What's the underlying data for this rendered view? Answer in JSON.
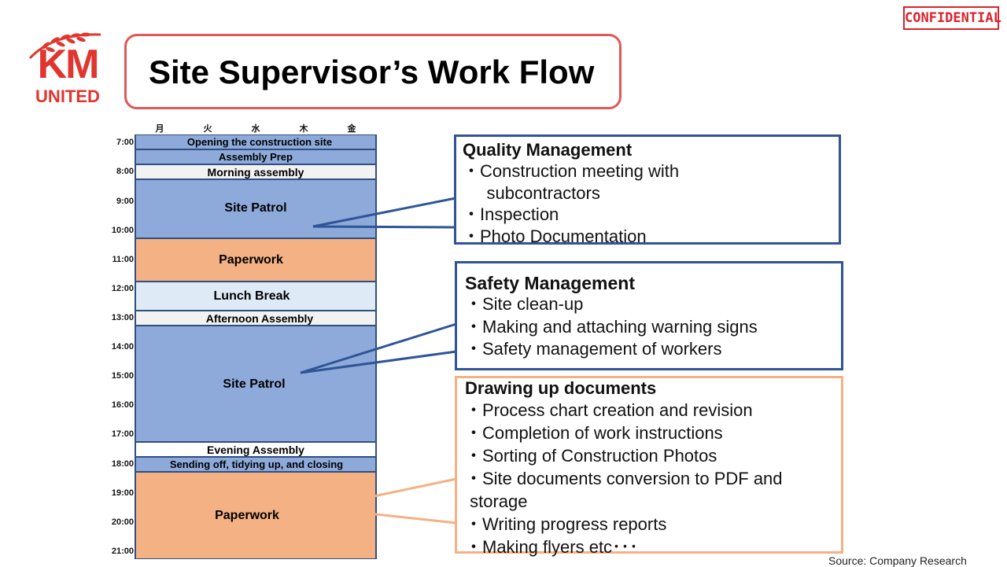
{
  "confidential": "CONFIDENTIAL",
  "logo": {
    "km": "KM",
    "united": "UNITED"
  },
  "title": "Site Supervisor’s Work Flow",
  "days": [
    "月",
    "火",
    "水",
    "木",
    "金"
  ],
  "times": [
    "7:00",
    "8:00",
    "9:00",
    "10:00",
    "11:00",
    "12:00",
    "13:00",
    "14:00",
    "15:00",
    "16:00",
    "17:00",
    "18:00",
    "19:00",
    "20:00",
    "21:00"
  ],
  "schedule": [
    {
      "label": "Opening the construction site",
      "color": "#8eaadb"
    },
    {
      "label": "Assembly Prep",
      "color": "#8eaadb"
    },
    {
      "label": "Morning assembly",
      "color": "#f2f2f2"
    },
    {
      "label": "Site Patrol",
      "color": "#8eaadb"
    },
    {
      "label": "Paperwork",
      "color": "#f4b183"
    },
    {
      "label": "Lunch Break",
      "color": "#deebf7"
    },
    {
      "label": "Afternoon Assembly",
      "color": "#f2f2f2"
    },
    {
      "label": "Site Patrol",
      "color": "#8eaadb"
    },
    {
      "label": "Evening Assembly",
      "color": "#ffffff"
    },
    {
      "label": "Sending off, tidying up,  and closing",
      "color": "#8eaadb"
    },
    {
      "label": "Paperwork",
      "color": "#f4b183"
    }
  ],
  "quality": {
    "title": "Quality Management",
    "items": [
      "・Construction meeting with",
      "     subcontractors",
      "・Inspection",
      "・Photo Documentation"
    ]
  },
  "safety": {
    "title": "Safety Management",
    "items": [
      "・Site clean-up",
      "・Making and attaching warning signs",
      "・Safety management of workers"
    ]
  },
  "documents": {
    "title": "Drawing up documents",
    "items": [
      "・Process chart creation and revision",
      "・Completion of work instructions",
      "・Sorting of Construction Photos",
      "・Site documents conversion to PDF and",
      " storage",
      "・Writing progress reports",
      "・Making flyers etc･･･"
    ]
  },
  "source": "Source: Company Research",
  "colors": {
    "accent_red": "#e0362f",
    "blue_border": "#2f5597",
    "orange_border": "#f4b183"
  }
}
